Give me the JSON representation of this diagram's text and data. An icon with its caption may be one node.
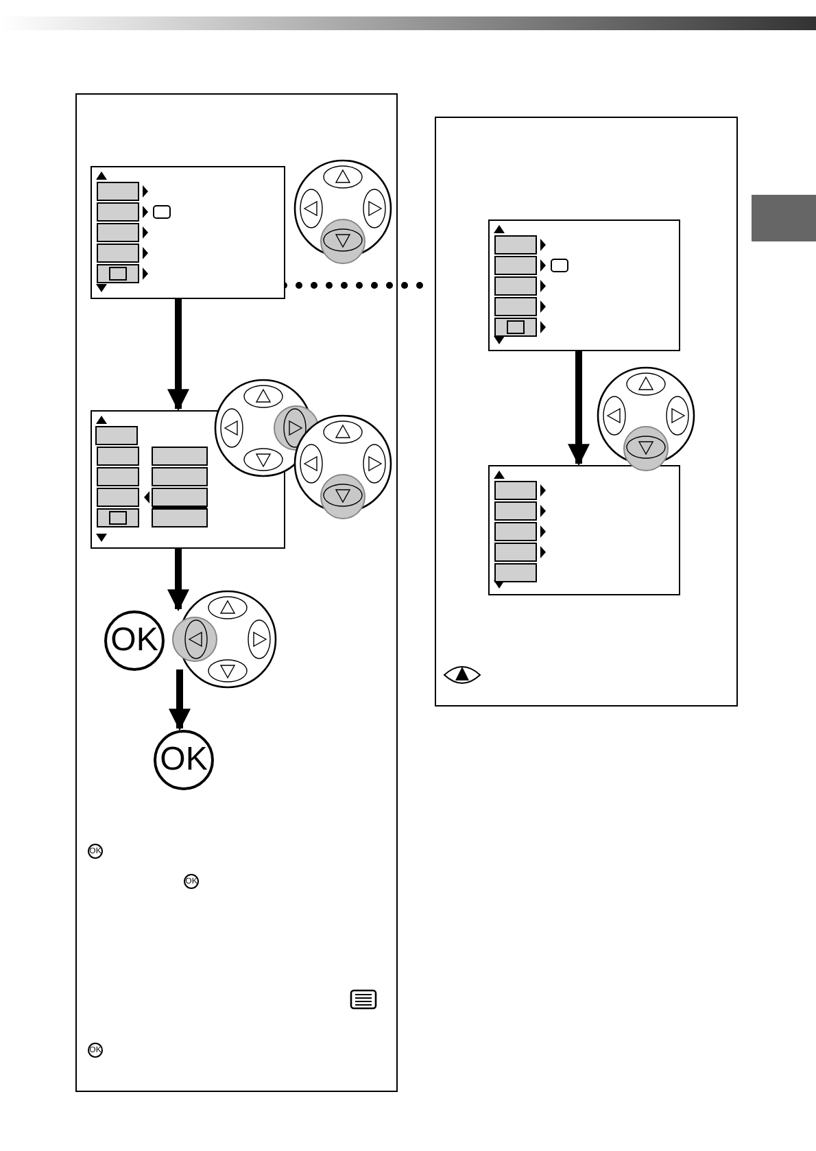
{
  "diagram": {
    "nodes": [
      {
        "text": [],
        "shape": "box"
      },
      {
        "text": [],
        "shape": "box",
        "in": 0
      },
      {
        "text": [],
        "shape": "box",
        "in": 0
      },
      {
        "text": [
          "OK"
        ],
        "in": 0
      },
      {
        "text": [
          "OK"
        ],
        "in": 0
      },
      {
        "text": [],
        "shape": "box"
      },
      {
        "text": [],
        "shape": "box",
        "in": 5
      },
      {
        "text": [],
        "shape": "box",
        "in": 5
      }
    ],
    "edges": [
      {
        "from": 1,
        "to": 2,
        "arrow": "to"
      },
      {
        "from": 2,
        "to": 3,
        "arrow": "to"
      },
      {
        "from": 3,
        "to": 4,
        "arrow": "to"
      },
      {
        "from": 1,
        "to": 5,
        "arrow": "none",
        "style": "dashed"
      },
      {
        "from": 6,
        "to": 7,
        "arrow": "to"
      }
    ],
    "labels": [
      "OK",
      "OK",
      "OK"
    ]
  }
}
